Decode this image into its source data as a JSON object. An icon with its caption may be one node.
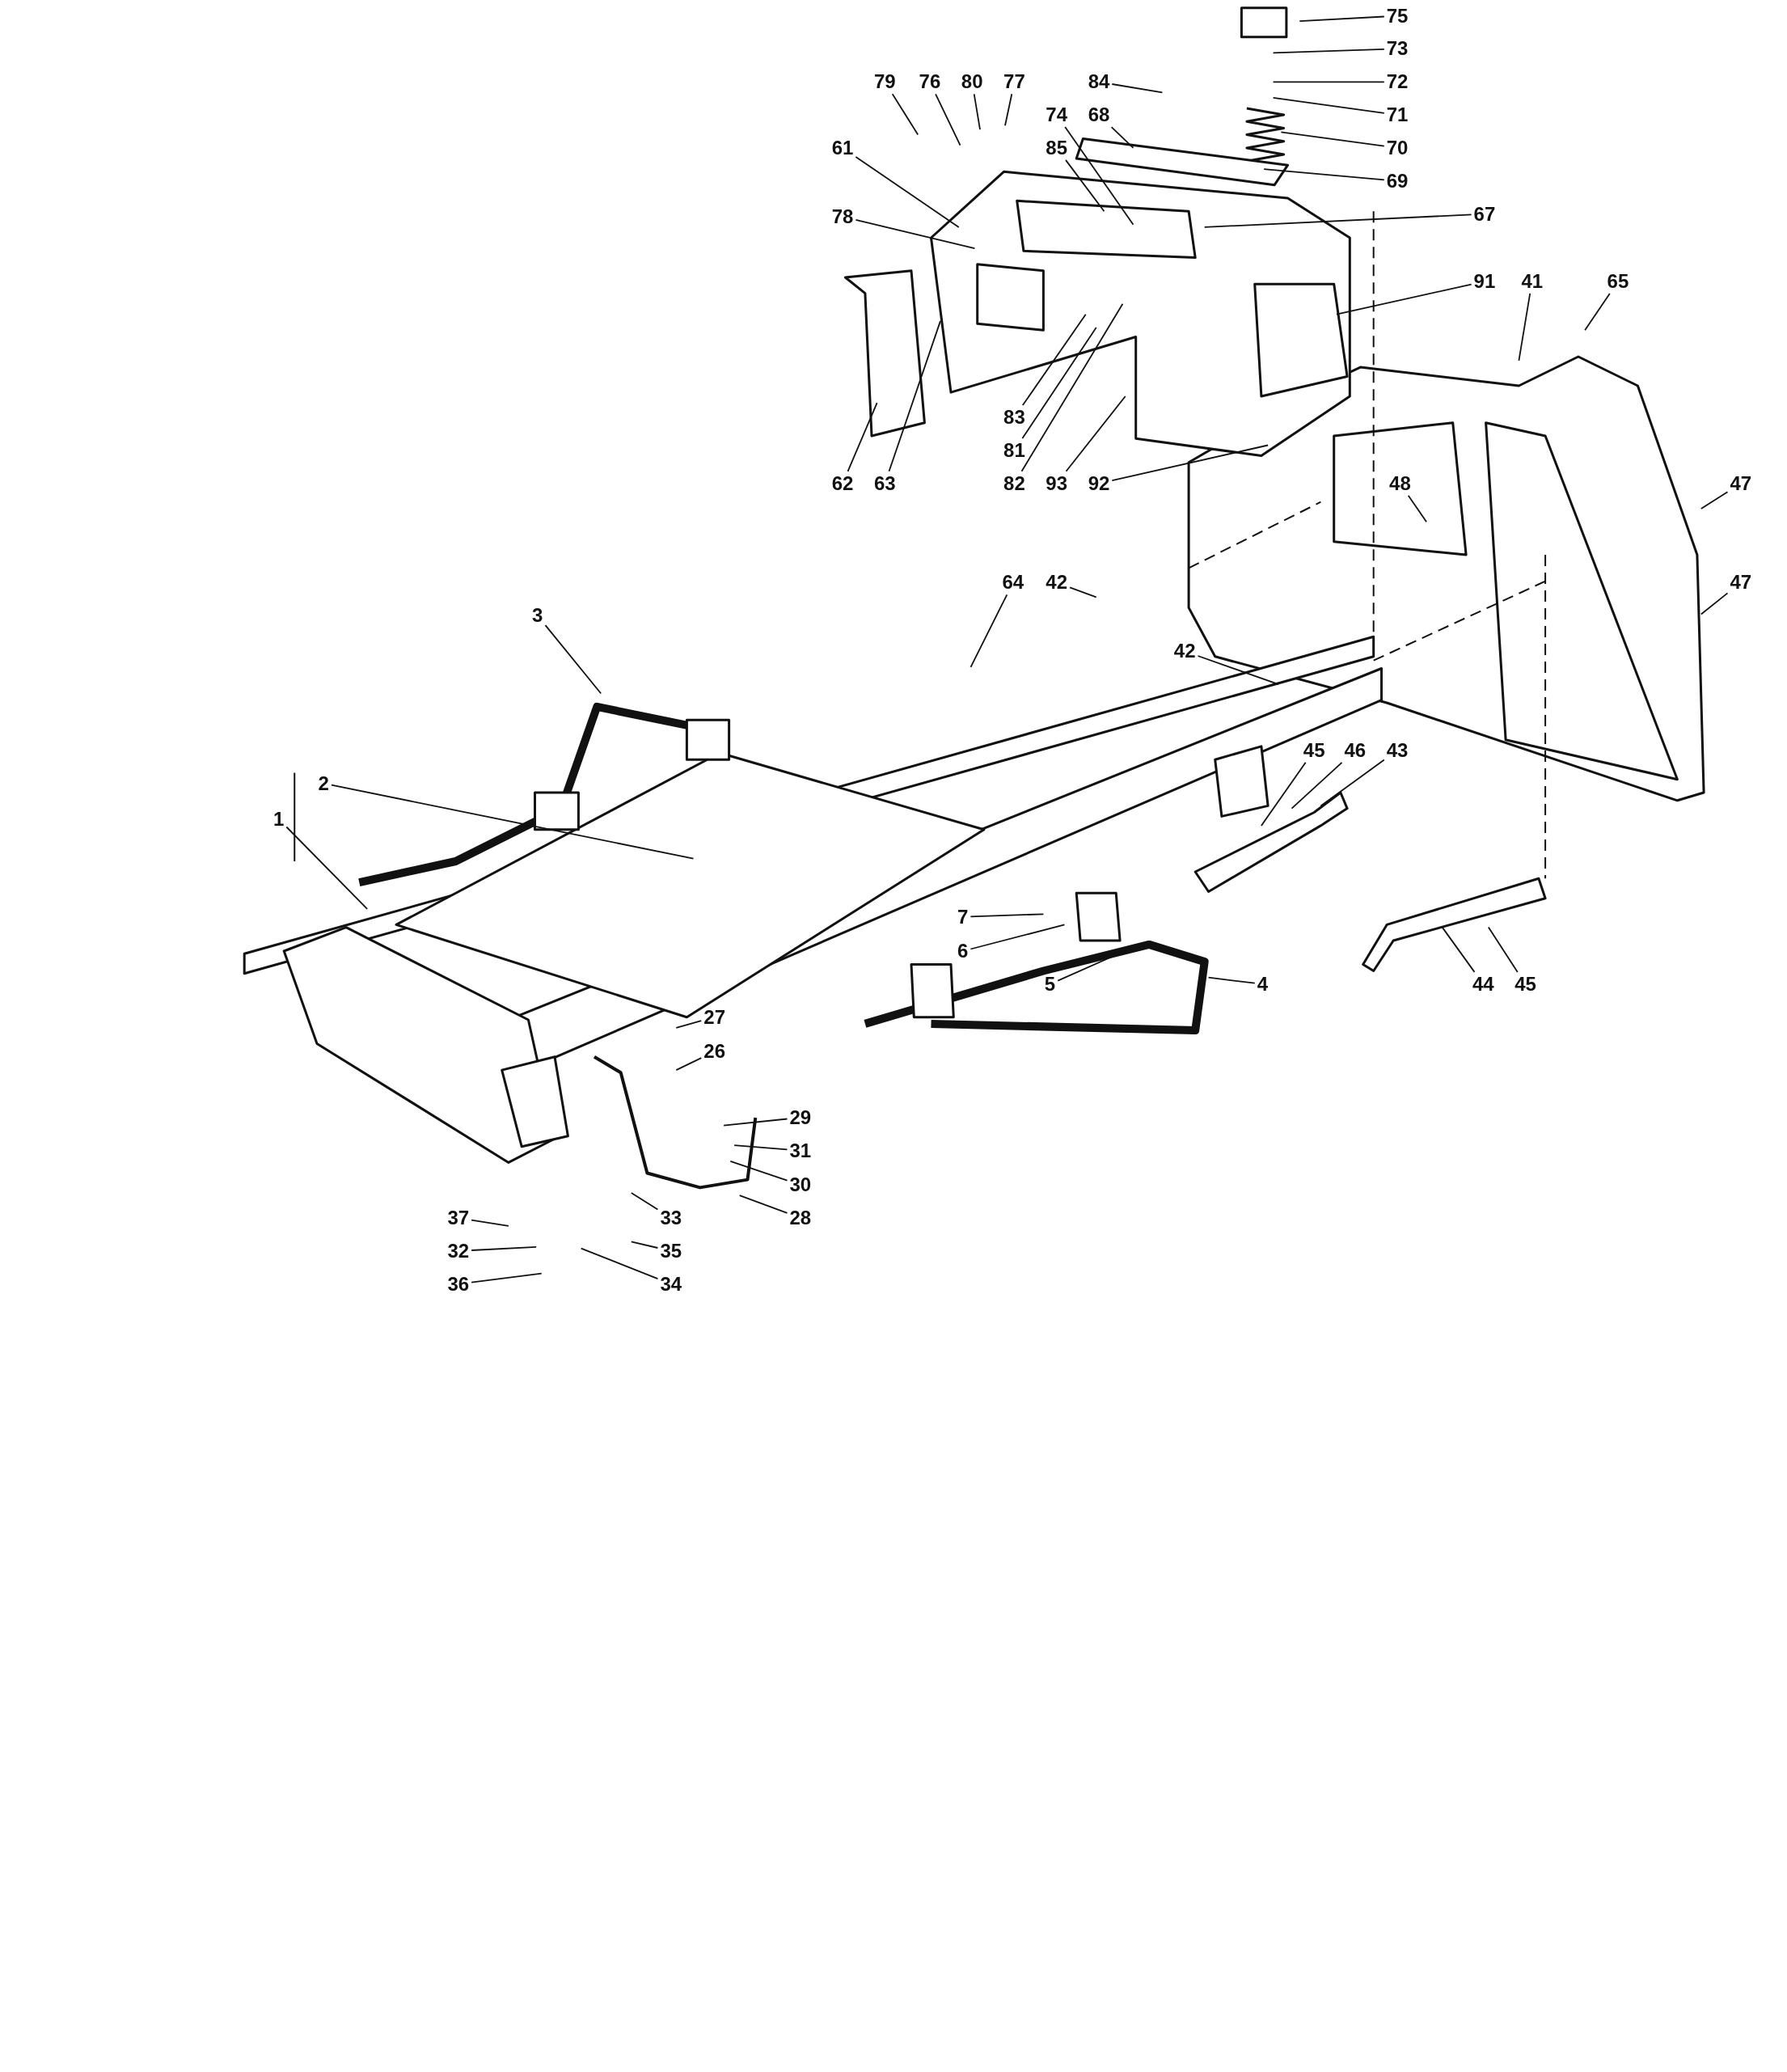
{
  "diagram": {
    "nodes": [
      {
        "text": [
          "75"
        ]
      },
      {
        "text": [
          "79"
        ]
      },
      {
        "text": [
          "76"
        ]
      },
      {
        "text": [
          "80"
        ]
      },
      {
        "text": [
          "77"
        ]
      },
      {
        "text": [
          "73"
        ]
      },
      {
        "text": [
          "72"
        ]
      },
      {
        "text": [
          "71"
        ]
      },
      {
        "text": [
          "84"
        ]
      },
      {
        "text": [
          "70"
        ]
      },
      {
        "text": [
          "74"
        ]
      },
      {
        "text": [
          "68"
        ]
      },
      {
        "text": [
          "85"
        ]
      },
      {
        "text": [
          "69"
        ]
      },
      {
        "text": [
          "61"
        ]
      },
      {
        "text": [
          "78"
        ]
      },
      {
        "text": [
          "67"
        ]
      },
      {
        "text": [
          "91"
        ]
      },
      {
        "text": [
          "41"
        ]
      },
      {
        "text": [
          "65"
        ]
      },
      {
        "text": [
          "83"
        ]
      },
      {
        "text": [
          "81"
        ]
      },
      {
        "text": [
          "62"
        ]
      },
      {
        "text": [
          "63"
        ]
      },
      {
        "text": [
          "82"
        ]
      },
      {
        "text": [
          "93"
        ]
      },
      {
        "text": [
          "92"
        ]
      },
      {
        "text": [
          "48"
        ]
      },
      {
        "text": [
          "47"
        ]
      },
      {
        "text": [
          "64"
        ]
      },
      {
        "text": [
          "42"
        ]
      },
      {
        "text": [
          "47"
        ]
      },
      {
        "text": [
          "3"
        ]
      },
      {
        "text": [
          "42"
        ]
      },
      {
        "text": [
          "2"
        ]
      },
      {
        "text": [
          "1"
        ]
      },
      {
        "text": [
          "45"
        ]
      },
      {
        "text": [
          "46"
        ]
      },
      {
        "text": [
          "43"
        ]
      },
      {
        "text": [
          "7"
        ]
      },
      {
        "text": [
          "6"
        ]
      },
      {
        "text": [
          "5"
        ]
      },
      {
        "text": [
          "4"
        ]
      },
      {
        "text": [
          "44"
        ]
      },
      {
        "text": [
          "45"
        ]
      },
      {
        "text": [
          "27"
        ]
      },
      {
        "text": [
          "26"
        ]
      },
      {
        "text": [
          "29"
        ]
      },
      {
        "text": [
          "31"
        ]
      },
      {
        "text": [
          "30"
        ]
      },
      {
        "text": [
          "28"
        ]
      },
      {
        "text": [
          "33"
        ]
      },
      {
        "text": [
          "35"
        ]
      },
      {
        "text": [
          "34"
        ]
      },
      {
        "text": [
          "37"
        ]
      },
      {
        "text": [
          "32"
        ]
      },
      {
        "text": [
          "36"
        ]
      }
    ],
    "edges": [
      {
        "from": 0,
        "to": null,
        "arrow": "none"
      },
      {
        "from": 1,
        "to": null,
        "arrow": "none"
      },
      {
        "from": 2,
        "to": null,
        "arrow": "none"
      },
      {
        "from": 3,
        "to": null,
        "arrow": "none"
      },
      {
        "from": 4,
        "to": null,
        "arrow": "none"
      },
      {
        "from": 5,
        "to": null,
        "arrow": "none"
      },
      {
        "from": 6,
        "to": null,
        "arrow": "none"
      },
      {
        "from": 7,
        "to": null,
        "arrow": "none"
      },
      {
        "from": 8,
        "to": null,
        "arrow": "none"
      },
      {
        "from": 9,
        "to": null,
        "arrow": "none"
      },
      {
        "from": 10,
        "to": null,
        "arrow": "none"
      },
      {
        "from": 11,
        "to": null,
        "arrow": "none"
      },
      {
        "from": 12,
        "to": null,
        "arrow": "none"
      },
      {
        "from": 13,
        "to": null,
        "arrow": "none"
      },
      {
        "from": 14,
        "to": null,
        "arrow": "none"
      },
      {
        "from": 15,
        "to": null,
        "arrow": "none"
      },
      {
        "from": 16,
        "to": null,
        "arrow": "none"
      },
      {
        "from": 17,
        "to": null,
        "arrow": "none"
      },
      {
        "from": 18,
        "to": null,
        "arrow": "none"
      },
      {
        "from": 19,
        "to": null,
        "arrow": "none"
      },
      {
        "from": 20,
        "to": null,
        "arrow": "none"
      },
      {
        "from": 21,
        "to": null,
        "arrow": "none"
      },
      {
        "from": 22,
        "to": null,
        "arrow": "none"
      },
      {
        "from": 23,
        "to": null,
        "arrow": "none"
      },
      {
        "from": 24,
        "to": null,
        "arrow": "none"
      },
      {
        "from": 25,
        "to": null,
        "arrow": "none"
      },
      {
        "from": 26,
        "to": null,
        "arrow": "none"
      },
      {
        "from": 27,
        "to": null,
        "arrow": "none"
      },
      {
        "from": 28,
        "to": null,
        "arrow": "none"
      },
      {
        "from": 29,
        "to": null,
        "arrow": "none"
      },
      {
        "from": 30,
        "to": null,
        "arrow": "none"
      },
      {
        "from": 31,
        "to": null,
        "arrow": "none"
      },
      {
        "from": 32,
        "to": null,
        "arrow": "none"
      },
      {
        "from": 33,
        "to": null,
        "arrow": "none"
      },
      {
        "from": 34,
        "to": null,
        "arrow": "none"
      },
      {
        "from": 35,
        "to": null,
        "arrow": "none"
      },
      {
        "from": 36,
        "to": null,
        "arrow": "none"
      },
      {
        "from": 37,
        "to": null,
        "arrow": "none"
      },
      {
        "from": 38,
        "to": null,
        "arrow": "none"
      },
      {
        "from": 39,
        "to": null,
        "arrow": "none"
      },
      {
        "from": 40,
        "to": null,
        "arrow": "none"
      },
      {
        "from": 41,
        "to": null,
        "arrow": "none"
      },
      {
        "from": 42,
        "to": null,
        "arrow": "none"
      },
      {
        "from": 43,
        "to": null,
        "arrow": "none"
      },
      {
        "from": 44,
        "to": null,
        "arrow": "none"
      },
      {
        "from": 45,
        "to": null,
        "arrow": "none"
      },
      {
        "from": 46,
        "to": null,
        "arrow": "none"
      },
      {
        "from": 47,
        "to": null,
        "arrow": "none"
      },
      {
        "from": 48,
        "to": null,
        "arrow": "none"
      },
      {
        "from": 49,
        "to": null,
        "arrow": "none"
      },
      {
        "from": 50,
        "to": null,
        "arrow": "none"
      },
      {
        "from": 51,
        "to": null,
        "arrow": "none"
      },
      {
        "from": 52,
        "to": null,
        "arrow": "none"
      },
      {
        "from": 53,
        "to": null,
        "arrow": "none"
      },
      {
        "from": 54,
        "to": null,
        "arrow": "none"
      },
      {
        "from": 55,
        "to": null,
        "arrow": "none"
      },
      {
        "from": 56,
        "to": null,
        "arrow": "none"
      }
    ]
  }
}
